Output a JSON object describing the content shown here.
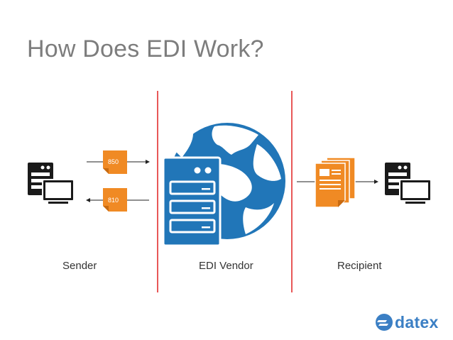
{
  "slide": {
    "title": "How Does EDI Work?"
  },
  "diagram": {
    "documents": [
      {
        "label": "850"
      },
      {
        "label": "810"
      }
    ],
    "captions": {
      "sender": "Sender",
      "vendor": "EDI Vendor",
      "recipient": "Recipient"
    }
  },
  "brand": {
    "logo_text": "datex"
  },
  "colors": {
    "divider": "#e02020",
    "globe": "#2176b8",
    "server": "#2176b8",
    "document": "#f08a24",
    "computer": "#1a1a1a",
    "title": "#7d7d7d"
  }
}
